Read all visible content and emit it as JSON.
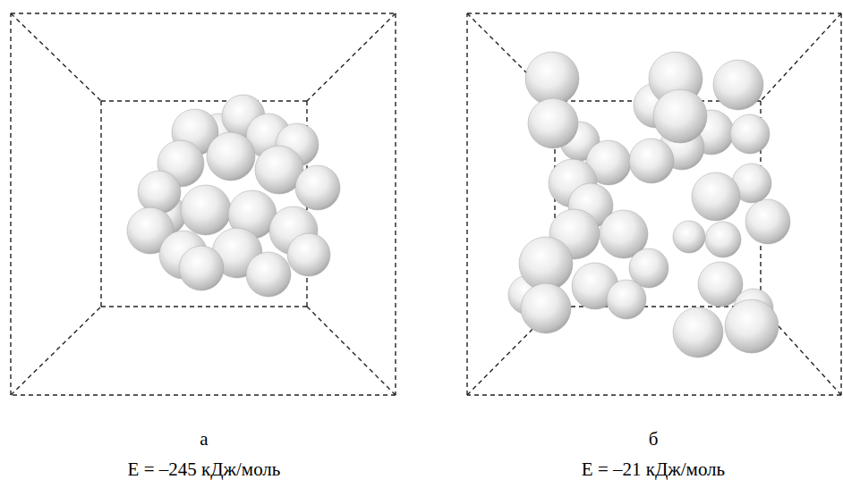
{
  "diagram": {
    "labels": [
      "а",
      "E = –245 кДж/моль",
      "б",
      "E = –21 кДж/моль"
    ]
  }
}
